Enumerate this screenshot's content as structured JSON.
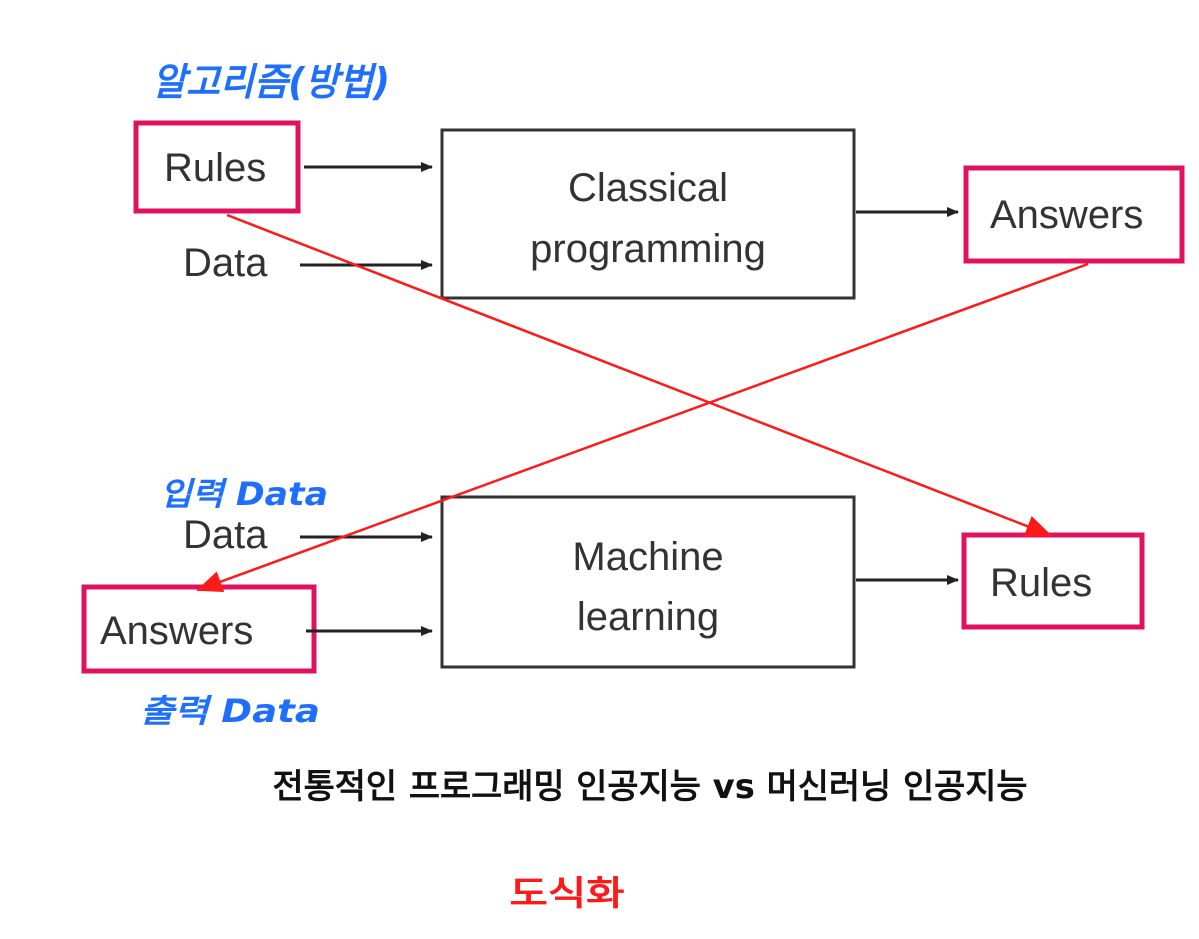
{
  "top": {
    "rules_label": "Rules",
    "data_label": "Data",
    "box_line1": "Classical",
    "box_line2": "programming",
    "answers_label": "Answers"
  },
  "bottom": {
    "data_label": "Data",
    "answers_label": "Answers",
    "box_line1": "Machine",
    "box_line2": "learning",
    "rules_label": "Rules"
  },
  "annotations": {
    "algorithm_note": "알고리즘(방법)",
    "input_note": "입력 Data",
    "output_note": "출력 Data",
    "caption": "전통적인 프로그래밍 인공지능 vs 머신러닝 인공지능",
    "inversion_note": "도식화"
  },
  "colors": {
    "highlight_box": "#e0115f",
    "cross_arrow": "#ff1a1a",
    "hand_blue": "#1f6fff"
  }
}
